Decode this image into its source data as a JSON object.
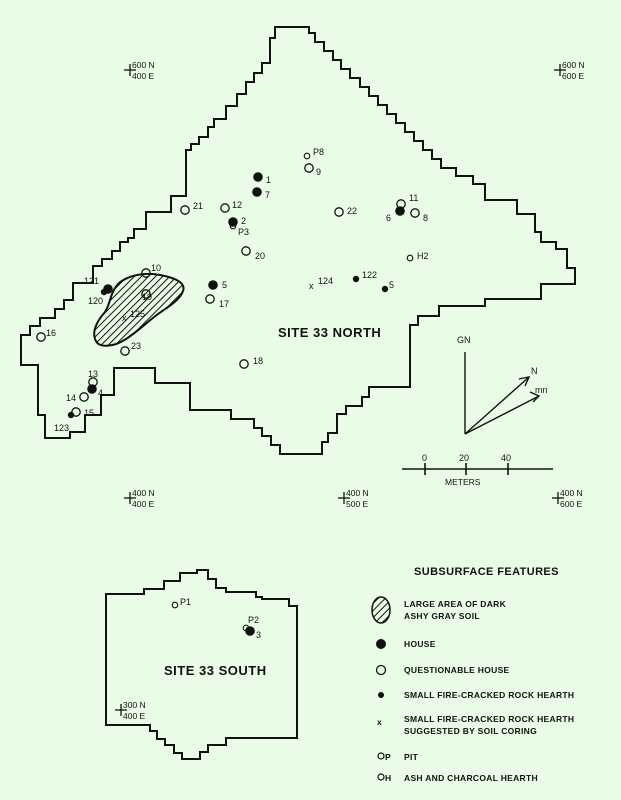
{
  "north": {
    "site_label": "SITE 33 NORTH",
    "features": [
      {
        "kind": "house",
        "label": "1"
      },
      {
        "kind": "house",
        "label": "7"
      },
      {
        "kind": "house",
        "label": "2"
      },
      {
        "kind": "house",
        "label": "5"
      },
      {
        "kind": "house",
        "label": "6"
      },
      {
        "kind": "house",
        "label": "4"
      },
      {
        "kind": "house",
        "label": "121"
      },
      {
        "kind": "questionable",
        "label": "9"
      },
      {
        "kind": "questionable",
        "label": "11"
      },
      {
        "kind": "questionable",
        "label": "8"
      },
      {
        "kind": "questionable",
        "label": "12"
      },
      {
        "kind": "questionable",
        "label": "21"
      },
      {
        "kind": "questionable",
        "label": "22"
      },
      {
        "kind": "questionable",
        "label": "20"
      },
      {
        "kind": "questionable",
        "label": "10"
      },
      {
        "kind": "questionable",
        "label": "19"
      },
      {
        "kind": "questionable",
        "label": "17"
      },
      {
        "kind": "questionable",
        "label": "16"
      },
      {
        "kind": "questionable",
        "label": "23"
      },
      {
        "kind": "questionable",
        "label": "18"
      },
      {
        "kind": "questionable",
        "label": "13"
      },
      {
        "kind": "questionable",
        "label": "14"
      },
      {
        "kind": "questionable",
        "label": "15"
      },
      {
        "kind": "hearth",
        "label": "122"
      },
      {
        "kind": "hearth",
        "label": "5"
      },
      {
        "kind": "hearth",
        "label": "120"
      },
      {
        "kind": "hearth",
        "label": "123"
      },
      {
        "kind": "cored",
        "label": "124"
      },
      {
        "kind": "cored",
        "label": "125"
      },
      {
        "kind": "pit",
        "label": "P8"
      },
      {
        "kind": "pit",
        "label": "P3"
      },
      {
        "kind": "ash",
        "label": "H2"
      }
    ]
  },
  "south": {
    "site_label": "SITE 33 SOUTH",
    "features": [
      {
        "kind": "pit",
        "label": "P1"
      },
      {
        "kind": "pit",
        "label": "P2"
      },
      {
        "kind": "house",
        "label": "3"
      }
    ]
  },
  "grid_markers": [
    {
      "n": "600 N",
      "e": "400 E"
    },
    {
      "n": "600 N",
      "e": "600 E"
    },
    {
      "n": "400 N",
      "e": "400 E"
    },
    {
      "n": "400 N",
      "e": "500 E"
    },
    {
      "n": "400 N",
      "e": "600 E"
    },
    {
      "n": "300 N",
      "e": "400 E"
    }
  ],
  "north_arrow": {
    "grid_north": "GN",
    "true_north": "N",
    "magnetic_north": "mn"
  },
  "scale": {
    "ticks": [
      "0",
      "20",
      "40"
    ],
    "unit": "METERS"
  },
  "legend": {
    "title": "SUBSURFACE FEATURES",
    "items": [
      {
        "key": "soil",
        "line1": "LARGE AREA OF DARK",
        "line2": "ASHY GRAY SOIL"
      },
      {
        "key": "house",
        "line1": "HOUSE",
        "line2": ""
      },
      {
        "key": "questionable",
        "line1": "QUESTIONABLE HOUSE",
        "line2": ""
      },
      {
        "key": "hearth",
        "line1": "SMALL FIRE-CRACKED ROCK HEARTH",
        "line2": ""
      },
      {
        "key": "cored",
        "line1": "SMALL FIRE-CRACKED ROCK HEARTH",
        "line2": "SUGGESTED BY SOIL CORING"
      },
      {
        "key": "pit",
        "line1": "PIT",
        "line2": "",
        "symbol": "P"
      },
      {
        "key": "ash",
        "line1": "ASH AND CHARCOAL HEARTH",
        "line2": "",
        "symbol": "H"
      }
    ]
  },
  "colors": {
    "background": "#e9fde6",
    "ink": "#111111"
  }
}
